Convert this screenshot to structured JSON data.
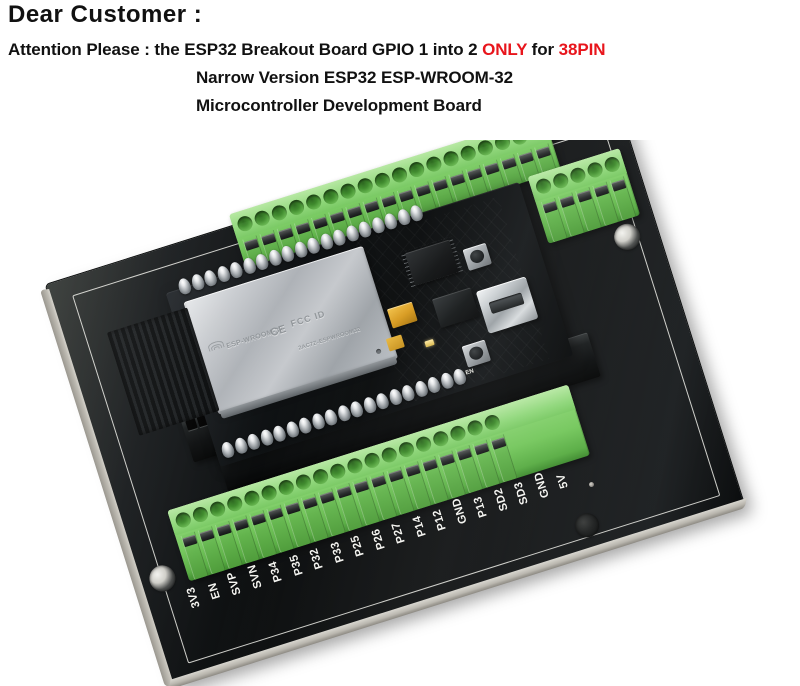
{
  "notice": {
    "greeting": "Dear  Customer :",
    "line1_prefix": "Attention Please : the ESP32 Breakout Board GPIO 1 into 2 ",
    "line1_emphasis_1": "ONLY",
    "line1_mid": " for ",
    "line1_emphasis_2": "38PIN",
    "line2": "Narrow Version ESP32 ESP-WROOM-32",
    "line3": "Microcontroller Development Board",
    "emphasis_color": "#e8151c",
    "text_color": "#111111"
  },
  "product": {
    "name": "ESP32 Breakout Board",
    "module": "ESP-WROOM-32",
    "pin_count": "38PIN",
    "pcb_color": "#0c0e0f",
    "terminal_color": "#74c75c",
    "silkscreen_color": "#f4f4f0"
  },
  "module_markings": {
    "part": "ESP-WROOM-32",
    "vendor": "espressif",
    "ce": "CE",
    "fcc": "FCC ID",
    "fcc_id": "2AC7Z-ESPWROOM32"
  },
  "board_labels": {
    "button_en": "EN"
  },
  "pin_header": {
    "front_row_pins": [
      "3V3",
      "EN",
      "SVP",
      "SVN",
      "P34",
      "P35",
      "P32",
      "P33",
      "P25",
      "P26",
      "P27",
      "P14",
      "P12",
      "GND",
      "P13",
      "SD2",
      "SD3",
      "GND",
      "5V"
    ]
  }
}
